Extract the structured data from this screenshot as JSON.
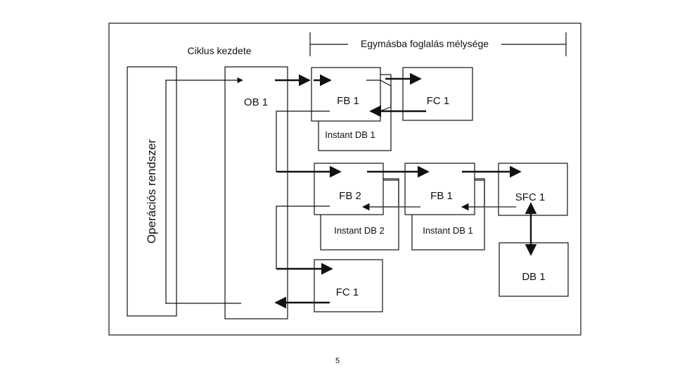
{
  "diagram": {
    "header_label": "Egymásba foglalás mélysége",
    "cycle_start_label": "Ciklus kezdete",
    "os_label": "Operációs rendszer",
    "blocks": {
      "ob1": "OB 1",
      "fb1_top": "FB 1",
      "fc1_top": "FC 1",
      "idb1_top": "Instant DB 1",
      "fb2": "FB 2",
      "idb2": "Instant DB 2",
      "fb1_mid": "FB 1",
      "idb1_mid": "Instant DB 1",
      "sfc1": "SFC 1",
      "db1": "DB 1",
      "fc1_bottom": "FC 1"
    }
  },
  "page_number": "5",
  "colors": {
    "line": "#111111",
    "frame": "#444444",
    "background": "#ffffff"
  }
}
